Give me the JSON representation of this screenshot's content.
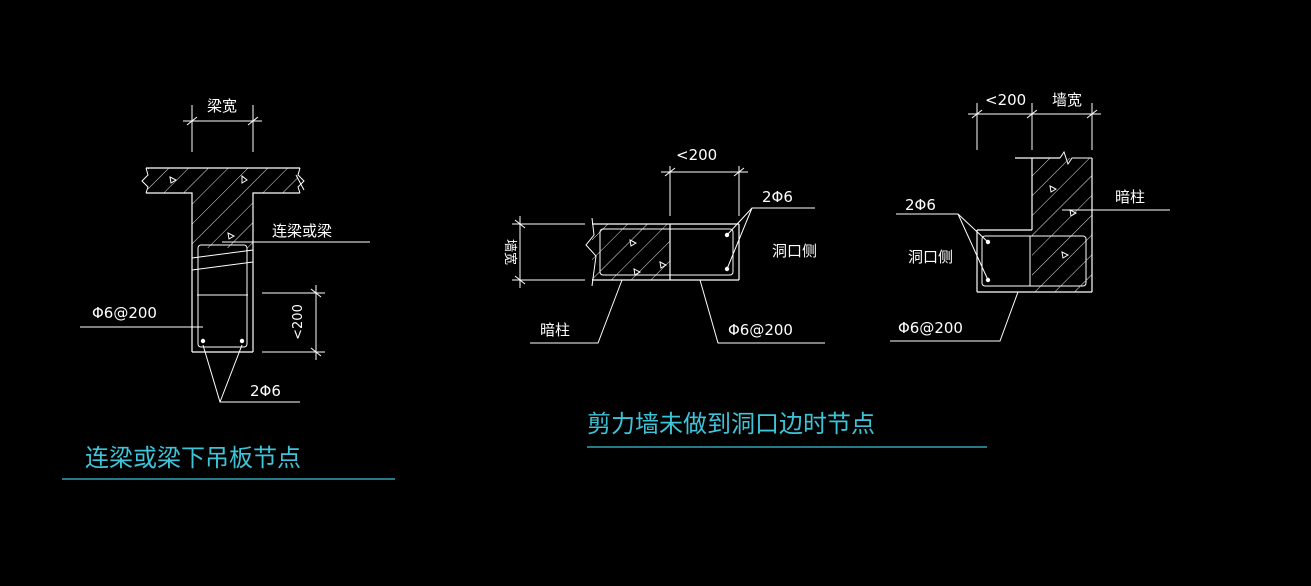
{
  "drawing": {
    "detail1": {
      "title": "连梁或梁下吊板节点",
      "beam_width": "梁宽",
      "beam_label": "连梁或梁",
      "stirrup": "Φ6@200",
      "height_dim": "<200",
      "bars": "2Φ6"
    },
    "detail2": {
      "title": "剪力墙未做到洞口边时节点",
      "dim": "<200",
      "bars": "2Φ6",
      "opening_side": "洞口侧",
      "wall_thickness": "墙宽",
      "hidden_column": "暗柱",
      "stirrup": "Φ6@200"
    },
    "detail3": {
      "dim": "<200",
      "wall_width": "墙宽",
      "hidden_column": "暗柱",
      "bars": "2Φ6",
      "opening_side": "洞口侧",
      "stirrup": "Φ6@200"
    }
  }
}
